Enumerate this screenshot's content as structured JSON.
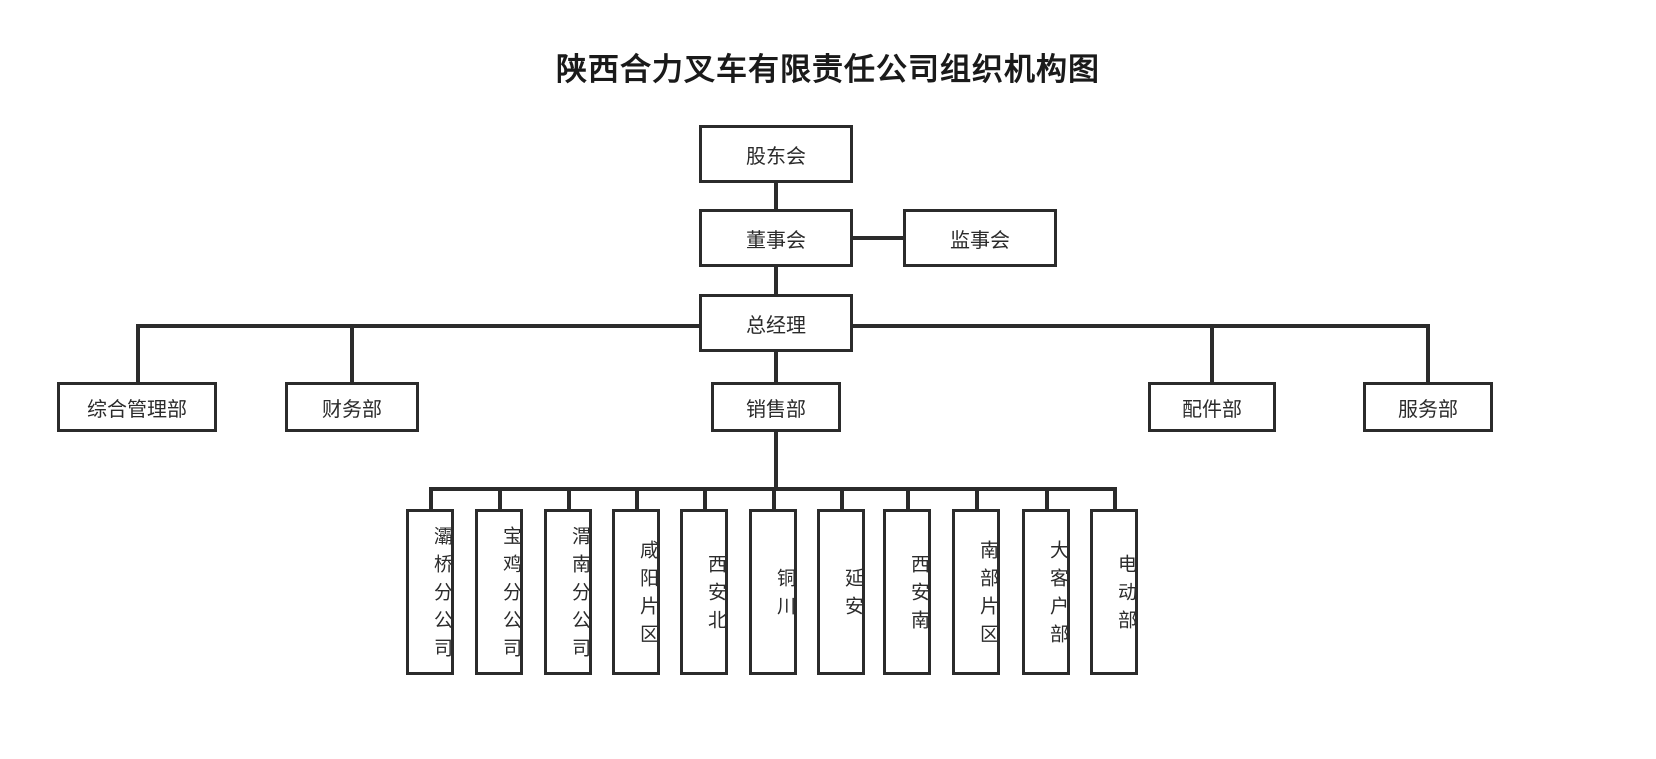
{
  "title": "陕西合力叉车有限责任公司组织机构图",
  "colors": {
    "line": "#2b2b2b",
    "box_border": "#2b2b2b",
    "background": "#ffffff",
    "title_text": "#1a1a1a",
    "node_text": "#2b2b2b"
  },
  "chart_data": {
    "type": "diagram",
    "diagram_kind": "organizational-chart",
    "title": "陕西合力叉车有限责任公司组织机构图",
    "orientation": "top-down",
    "levels": [
      {
        "level": 1,
        "nodes": [
          "股东会"
        ]
      },
      {
        "level": 2,
        "nodes": [
          "董事会",
          "监事会"
        ]
      },
      {
        "level": 3,
        "nodes": [
          "总经理"
        ]
      },
      {
        "level": 4,
        "nodes": [
          "综合管理部",
          "财务部",
          "销售部",
          "配件部",
          "服务部"
        ]
      },
      {
        "level": 5,
        "nodes": [
          "灞桥分公司",
          "宝鸡分公司",
          "渭南分公司",
          "咸阳片区",
          "西安北",
          "铜川",
          "延安",
          "西安南",
          "南部片区",
          "大客户部",
          "电动部"
        ]
      }
    ],
    "edges": [
      {
        "from": "股东会",
        "to": "董事会"
      },
      {
        "from": "董事会",
        "to": "监事会",
        "style": "lateral"
      },
      {
        "from": "董事会",
        "to": "总经理"
      },
      {
        "from": "总经理",
        "to": "综合管理部"
      },
      {
        "from": "总经理",
        "to": "财务部"
      },
      {
        "from": "总经理",
        "to": "销售部"
      },
      {
        "from": "总经理",
        "to": "配件部"
      },
      {
        "from": "总经理",
        "to": "服务部"
      },
      {
        "from": "销售部",
        "to": "灞桥分公司"
      },
      {
        "from": "销售部",
        "to": "宝鸡分公司"
      },
      {
        "from": "销售部",
        "to": "渭南分公司"
      },
      {
        "from": "销售部",
        "to": "咸阳片区"
      },
      {
        "from": "销售部",
        "to": "西安北"
      },
      {
        "from": "销售部",
        "to": "铜川"
      },
      {
        "from": "销售部",
        "to": "延安"
      },
      {
        "from": "销售部",
        "to": "西安南"
      },
      {
        "from": "销售部",
        "to": "南部片区"
      },
      {
        "from": "销售部",
        "to": "大客户部"
      },
      {
        "from": "销售部",
        "to": "电动部"
      }
    ]
  },
  "nodes": {
    "shareholders_meeting": "股东会",
    "board_of_directors": "董事会",
    "board_of_supervisors": "监事会",
    "general_manager": "总经理",
    "comprehensive_management_dept": "综合管理部",
    "finance_dept": "财务部",
    "sales_dept": "销售部",
    "parts_dept": "配件部",
    "service_dept": "服务部",
    "branch_baqiao": "灞桥分公司",
    "branch_baoji": "宝鸡分公司",
    "branch_weinan": "渭南分公司",
    "region_xianyang": "咸阳片区",
    "region_xian_north": "西安北",
    "region_tongchuan": "铜川",
    "region_yanan": "延安",
    "region_xian_south": "西安南",
    "region_south": "南部片区",
    "dept_key_accounts": "大客户部",
    "dept_electric": "电动部"
  }
}
